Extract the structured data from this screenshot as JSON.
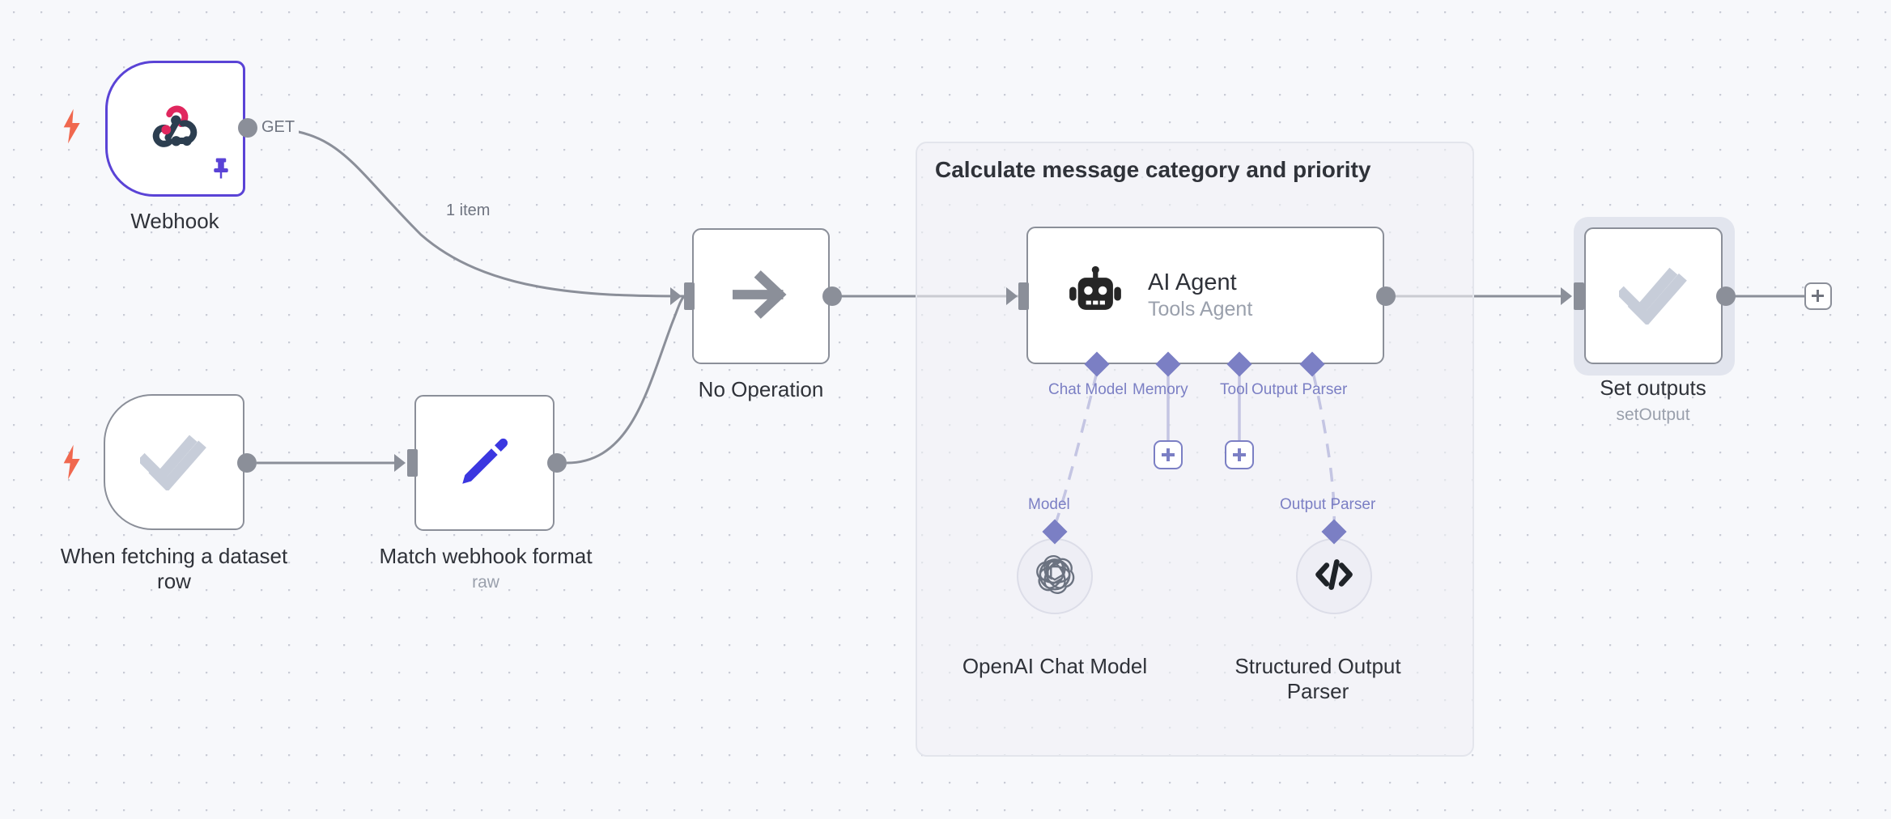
{
  "canvas": {
    "background_color": "#f7f8fb",
    "grid_dot_color": "#c9ccd6"
  },
  "group": {
    "title": "Calculate message category and priority"
  },
  "nodes": [
    {
      "id": "webhook",
      "name": "Webhook",
      "subtitle": "",
      "icon": "webhook-icon",
      "type": "trigger",
      "selected": true,
      "pinned": true,
      "output_label": "GET"
    },
    {
      "id": "when-fetching-a-dataset-row",
      "name": "When fetching a dataset\nrow",
      "subtitle": "",
      "icon": "double-check-icon",
      "type": "trigger",
      "selected": false,
      "pinned": false,
      "output_label": ""
    },
    {
      "id": "match-webhook-format",
      "name": "Match webhook format",
      "subtitle": "raw",
      "icon": "pencil-icon",
      "type": "action",
      "selected": false,
      "pinned": false,
      "output_label": ""
    },
    {
      "id": "no-operation",
      "name": "No Operation",
      "subtitle": "",
      "icon": "arrow-right-icon",
      "type": "action",
      "selected": false,
      "pinned": false,
      "output_label": ""
    },
    {
      "id": "ai-agent",
      "name": "AI Agent",
      "subtitle": "Tools Agent",
      "icon": "robot-icon",
      "type": "agent",
      "selected": false,
      "pinned": false,
      "output_label": ""
    },
    {
      "id": "set-outputs",
      "name": "Set outputs",
      "subtitle": "setOutput",
      "icon": "double-check-icon",
      "type": "action",
      "selected": true,
      "pinned": false,
      "output_label": ""
    }
  ],
  "sub_nodes": [
    {
      "id": "openai-chat-model",
      "name": "OpenAI Chat Model",
      "icon": "openai-icon",
      "connection_label": "Model"
    },
    {
      "id": "structured-output-parser",
      "name": "Structured Output\nParser",
      "icon": "code-brackets-icon",
      "connection_label": "Output Parser"
    }
  ],
  "agent_ports": [
    {
      "label": "Chat Model",
      "has_plus": false
    },
    {
      "label": "Memory",
      "has_plus": true
    },
    {
      "label": "Tool",
      "has_plus": true
    },
    {
      "label": "Output Parser",
      "has_plus": false
    }
  ],
  "edge_labels": {
    "webhook_out": "GET",
    "webhook_to_noop": "1 item"
  },
  "colors": {
    "selected_border": "#5a43d6",
    "trigger_bolt": "#f0684f",
    "connector_gray": "#8b8f99",
    "ai_accent": "#7b7fc4",
    "pencil_blue": "#3b37e0",
    "webhook_red": "#e0275e",
    "webhook_dark": "#2c3e50"
  }
}
